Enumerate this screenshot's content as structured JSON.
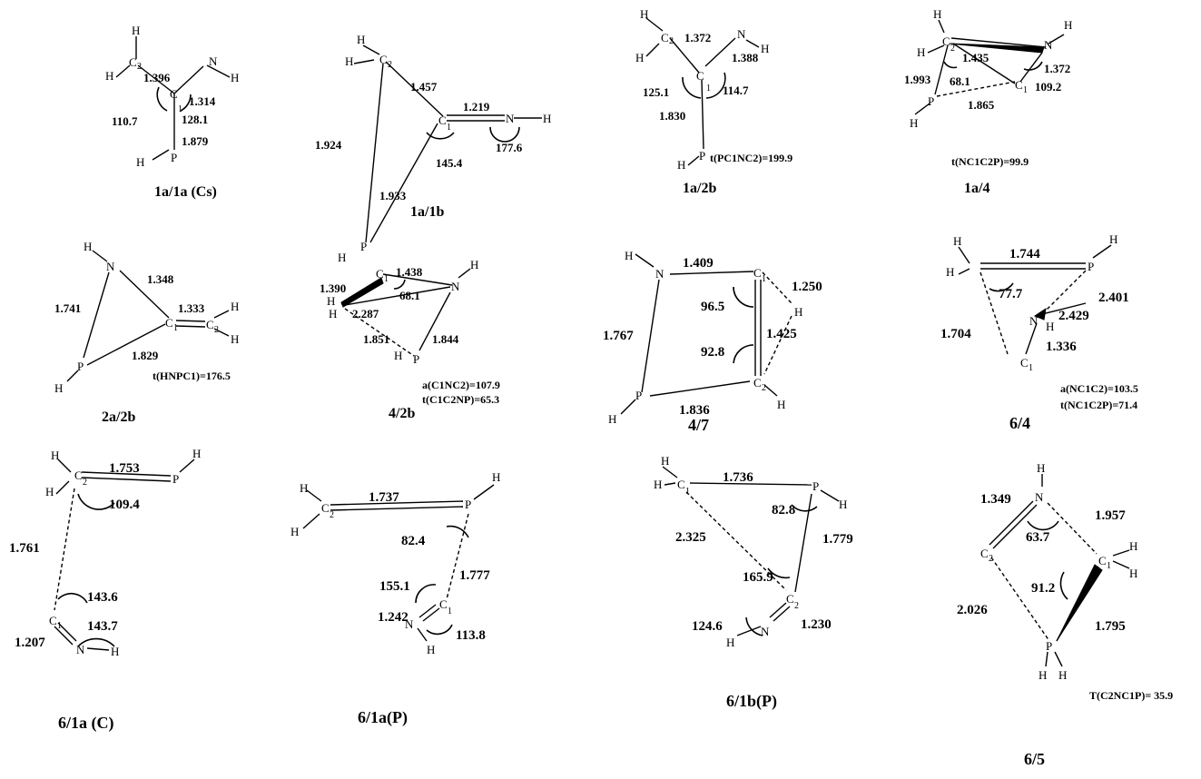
{
  "structures": [
    {
      "caption": "1a/1a (Cs)",
      "values": [
        "1.396",
        "1.314",
        "110.7",
        "128.1",
        "1.879"
      ],
      "note": ""
    },
    {
      "caption": "1a/1b",
      "values": [
        "1.457",
        "1.219",
        "1.924",
        "145.4",
        "177.6",
        "1.933"
      ],
      "note": ""
    },
    {
      "caption": "1a/2b",
      "values": [
        "1.372",
        "1.388",
        "125.1",
        "114.7",
        "1.830"
      ],
      "note": "t(PC1NC2)=199.9"
    },
    {
      "caption": "1a/4",
      "values": [
        "1.435",
        "1.372",
        "1.993",
        "68.1",
        "109.2",
        "1.865"
      ],
      "note": "t(NC1C2P)=99.9"
    },
    {
      "caption": "2a/2b",
      "values": [
        "1.348",
        "1.741",
        "1.333",
        "1.829"
      ],
      "note": "t(HNPC1)=176.5"
    },
    {
      "caption": "4/2b",
      "values": [
        "1.438",
        "1.390",
        "2.287",
        "68.1",
        "1.851",
        "1.844"
      ],
      "note": "a(C1NC2)=107.9",
      "note2": "t(C1C2NP)=65.3"
    },
    {
      "caption": "4/7",
      "values": [
        "1.409",
        "96.5",
        "1.250",
        "1.767",
        "1.425",
        "92.8",
        "1.836"
      ],
      "note": ""
    },
    {
      "caption": "6/4",
      "values": [
        "1.744",
        "77.7",
        "2.401",
        "2.429",
        "1.704",
        "1.336"
      ],
      "note": "a(NC1C2)=103.5",
      "note2": "t(NC1C2P)=71.4"
    },
    {
      "caption": "6/1a (C)",
      "values": [
        "1.753",
        "109.4",
        "1.761",
        "143.6",
        "143.7",
        "1.207"
      ],
      "note": ""
    },
    {
      "caption": "6/1a(P)",
      "values": [
        "1.737",
        "82.4",
        "155.1",
        "1.777",
        "1.242",
        "113.8"
      ],
      "note": ""
    },
    {
      "caption": "6/1b(P)",
      "values": [
        "1.736",
        "82.8",
        "2.325",
        "1.779",
        "165.9",
        "124.6",
        "1.230"
      ],
      "note": ""
    },
    {
      "caption": "6/5",
      "values": [
        "1.349",
        "63.7",
        "1.957",
        "91.2",
        "2.026",
        "1.795"
      ],
      "note": "T(C2NC1P)= 35.9"
    }
  ]
}
